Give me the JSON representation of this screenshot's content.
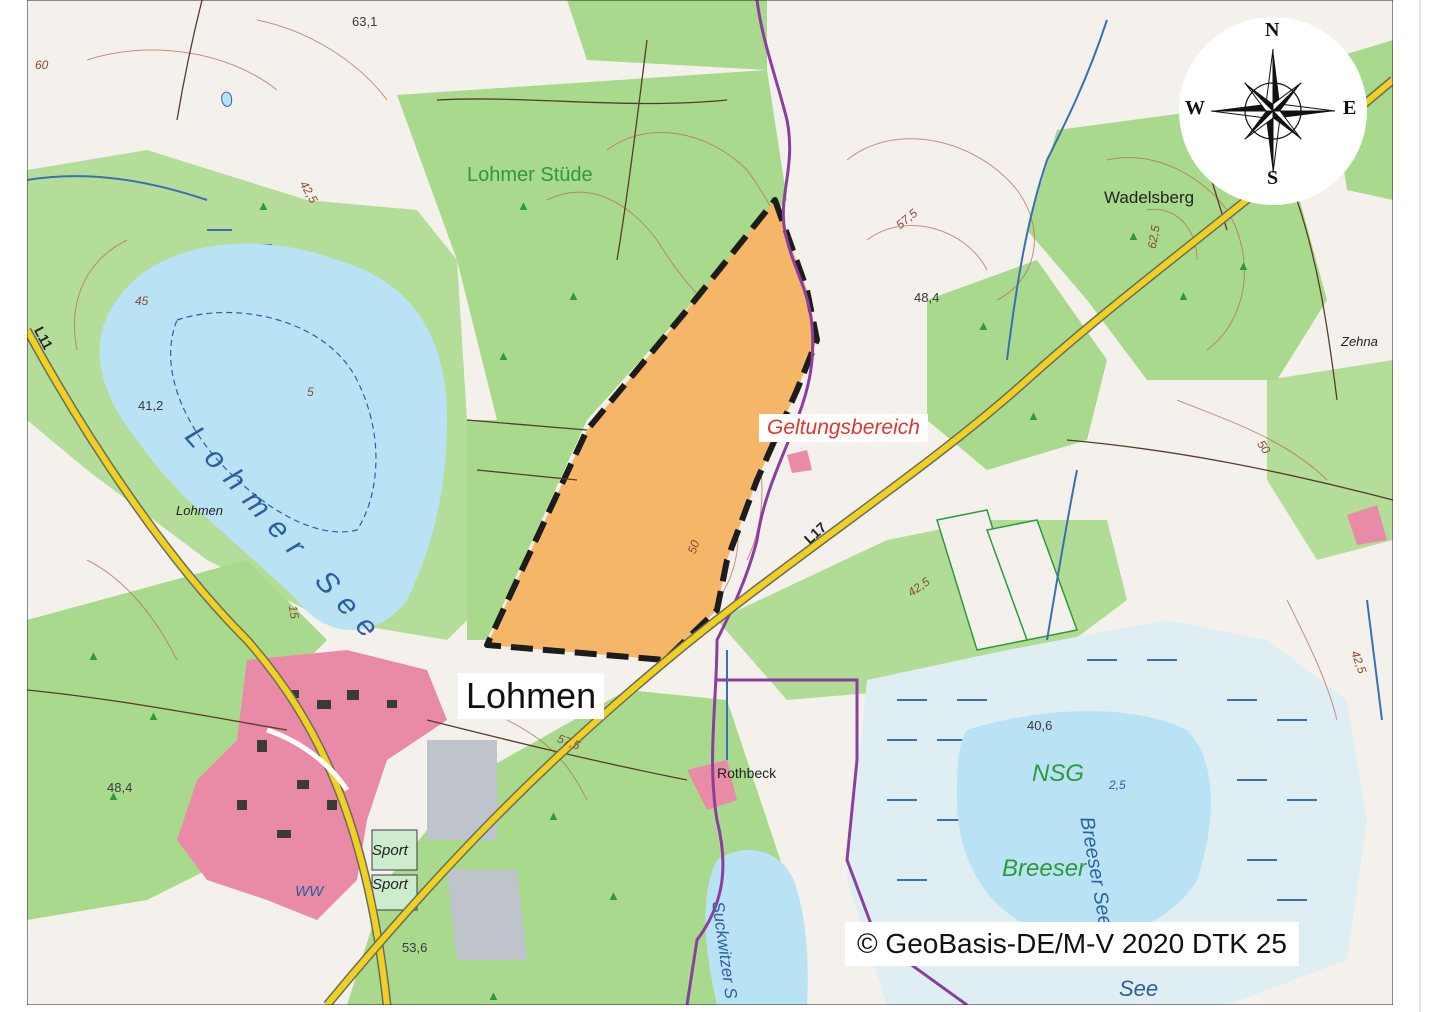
{
  "labels": {
    "lake_lohmer_name": "Lohmer See",
    "lohmer_stude": "Lohmer Stüde",
    "wadelsberg": "Wadelsberg",
    "zehna": "Zehna",
    "geltungsbereich": "Geltungsbereich",
    "lohmen_town": "Lohmen",
    "lohmen_small": "Lohmen",
    "rothbeck": "Rothbeck",
    "nsg": "NSG",
    "breeser_see": "Breeser See",
    "breeser": "Breeser",
    "see_fragment": "See",
    "suckwitzer": "Suckwitzer S",
    "sport1": "Sport",
    "sport2": "Sport",
    "ww": "WW",
    "road_l11": "L11",
    "road_l17": "L17"
  },
  "elevations": {
    "e1": "63,1",
    "e2": "41,2",
    "e3": "48,4",
    "e4": "48,4",
    "e5": "40,6",
    "e6": "53,6",
    "e7": "62,5",
    "e8": "2,5"
  },
  "contours": {
    "c1": "42,5",
    "c2": "45",
    "c3": "57,5",
    "c4": "50",
    "c5": "42,5",
    "c6": "57,5",
    "c7": "50",
    "c8": "60",
    "c9": "42,5",
    "c10": "5",
    "c11": "15"
  },
  "compass": {
    "north": "N",
    "south": "S",
    "east": "E",
    "west": "W"
  },
  "copyright": "© GeoBasis-DE/M-V 2020 DTK 25",
  "colors": {
    "forest": "#a9d98c",
    "open_land": "#f4f1ec",
    "water": "#b9e3f4",
    "settlement": "#e98aa6",
    "plan_area": "#f5b668",
    "road": "#f0d21e",
    "boundary_purple": "#8a3f9e",
    "contour": "#b3705a",
    "label_red": "#e0342c"
  }
}
